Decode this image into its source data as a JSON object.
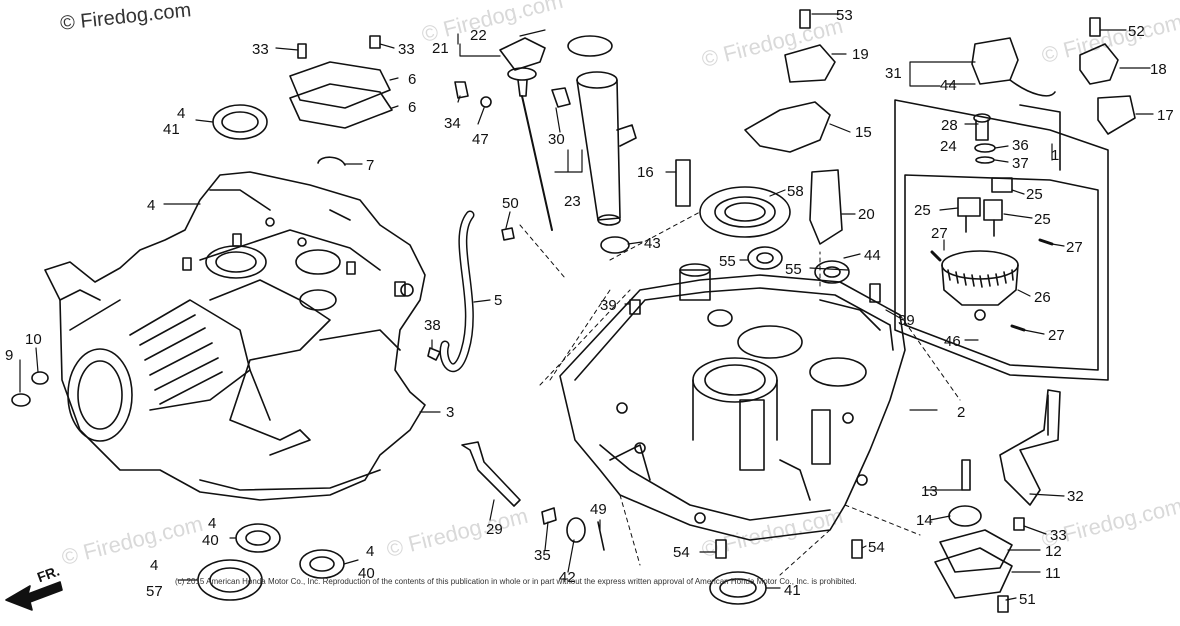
{
  "watermarks": {
    "brand": "© Firedog.com",
    "repeat": "© Firedog.com"
  },
  "copyright": "(c) 2015 American Honda Motor Co., Inc. Reproduction of the contents of this publication in whole or in part without the express written approval of American Honda Motor Co., Inc. is prohibited.",
  "direction": {
    "label": "FR."
  },
  "callouts": [
    "1",
    "2",
    "3",
    "4",
    "4",
    "4",
    "4",
    "4",
    "5",
    "6",
    "6",
    "7",
    "9",
    "10",
    "11",
    "12",
    "13",
    "14",
    "15",
    "16",
    "17",
    "18",
    "19",
    "20",
    "21",
    "22",
    "23",
    "24",
    "25",
    "25",
    "25",
    "26",
    "27",
    "27",
    "27",
    "28",
    "29",
    "30",
    "31",
    "32",
    "33",
    "33",
    "33",
    "34",
    "35",
    "36",
    "37",
    "38",
    "39",
    "39",
    "40",
    "40",
    "41",
    "41",
    "42",
    "43",
    "44",
    "44",
    "46",
    "47",
    "49",
    "50",
    "51",
    "52",
    "53",
    "54",
    "54",
    "55",
    "55",
    "57",
    "58"
  ]
}
